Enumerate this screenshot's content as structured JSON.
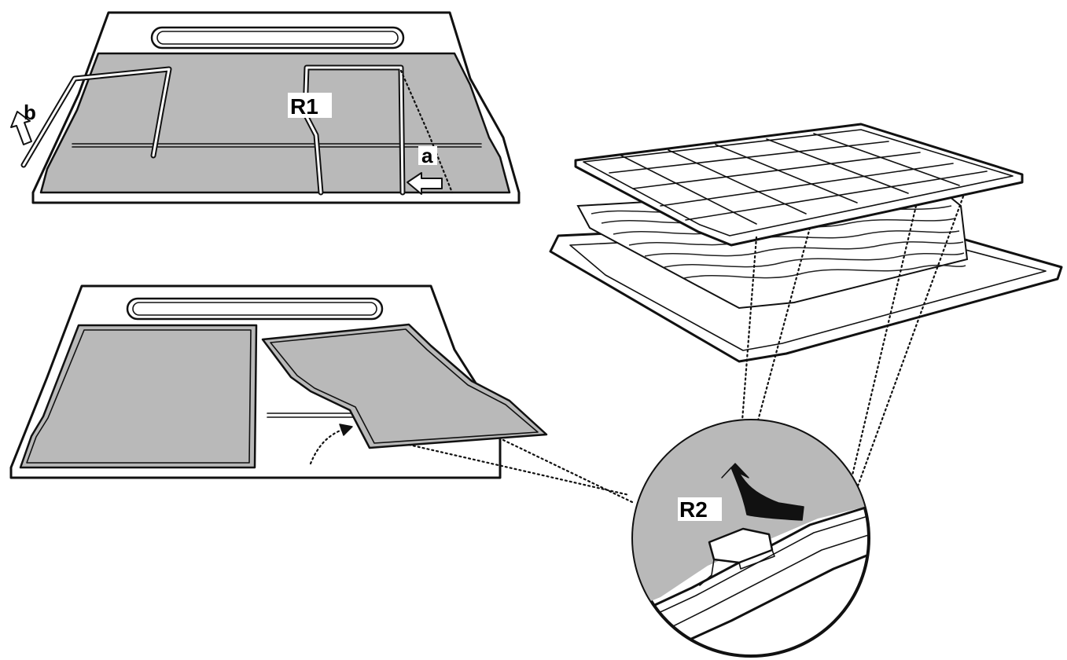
{
  "labels": {
    "r1": "R1",
    "r2": "R2",
    "a": "a",
    "b": "b"
  },
  "colors": {
    "filter_fill": "#b9b9b9",
    "line": "#111111",
    "background": "#ffffff"
  }
}
